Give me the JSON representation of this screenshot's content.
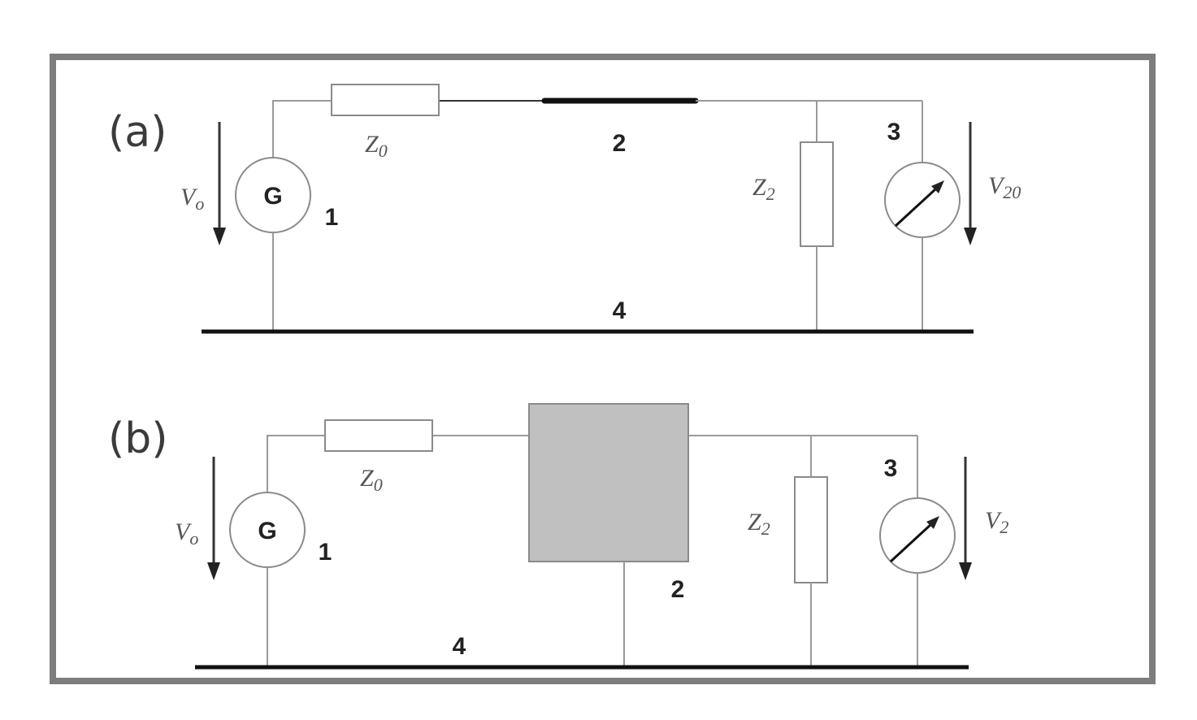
{
  "panel_a": {
    "label": "(a)",
    "generator": "G",
    "node_generator": "1",
    "node_line": "2",
    "node_meter": "3",
    "node_ground": "4",
    "source_voltage": {
      "symbol": "V",
      "sub": "o"
    },
    "source_impedance": {
      "symbol": "Z",
      "sub": "0"
    },
    "load_impedance": {
      "symbol": "Z",
      "sub": "2"
    },
    "measured_voltage": {
      "symbol": "V",
      "sub": "20"
    }
  },
  "panel_b": {
    "label": "(b)",
    "generator": "G",
    "node_generator": "1",
    "node_block": "2",
    "node_meter": "3",
    "node_ground": "4",
    "source_voltage": {
      "symbol": "V",
      "sub": "o"
    },
    "source_impedance": {
      "symbol": "Z",
      "sub": "0"
    },
    "load_impedance": {
      "symbol": "Z",
      "sub": "2"
    },
    "measured_voltage": {
      "symbol": "V",
      "sub": "2"
    }
  },
  "colors": {
    "frame": "#7d7d7d",
    "block_fill": "#c0c0c0",
    "wire": "#9a9a9a"
  }
}
